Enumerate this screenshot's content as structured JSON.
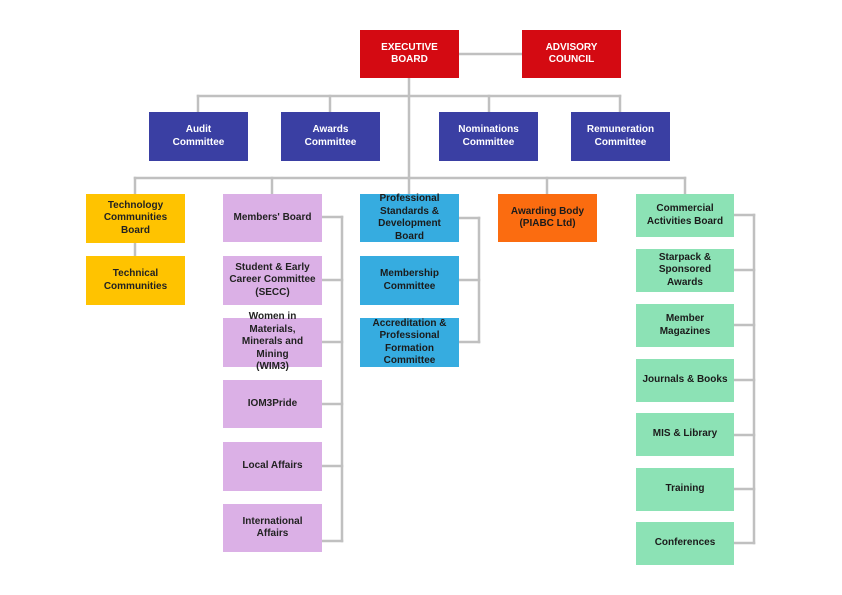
{
  "colors": {
    "executive": "#d40a12",
    "committee": "#3a3fa3",
    "technology": "#ffc300",
    "members": "#dbb0e6",
    "professional": "#36ace0",
    "awarding": "#fb6c10",
    "commercial": "#8ce2b5",
    "connector": "#c0c0c0"
  },
  "top": {
    "executive_board": "EXECUTIVE\nBOARD",
    "advisory_council": "ADVISORY\nCOUNCIL"
  },
  "committees": {
    "audit": "Audit\nCommittee",
    "awards": "Awards\nCommittee",
    "nominations": "Nominations\nCommittee",
    "remuneration": "Remuneration\nCommittee"
  },
  "technology": {
    "board": "Technology\nCommunities\nBoard",
    "communities": "Technical\nCommunities"
  },
  "members": {
    "board": "Members' Board",
    "secc": "Student & Early\nCareer Committee\n(SECC)",
    "wim3": "Women in Materials,\nMinerals and Mining\n(WIM3)",
    "pride": "IOM3Pride",
    "local": "Local Affairs",
    "international": "International\nAffairs"
  },
  "professional": {
    "board": "Professional\nStandards &\nDevelopment Board",
    "membership": "Membership\nCommittee",
    "accreditation": "Accreditation &\nProfessional\nFormation Committee"
  },
  "awarding": {
    "body": "Awarding Body\n(PIABC Ltd)"
  },
  "commercial": {
    "board": "Commercial\nActivities Board",
    "starpack": "Starpack &\nSponsored Awards",
    "magazines": "Member\nMagazines",
    "journals": "Journals & Books",
    "mis": "MIS & Library",
    "training": "Training",
    "conferences": "Conferences"
  }
}
